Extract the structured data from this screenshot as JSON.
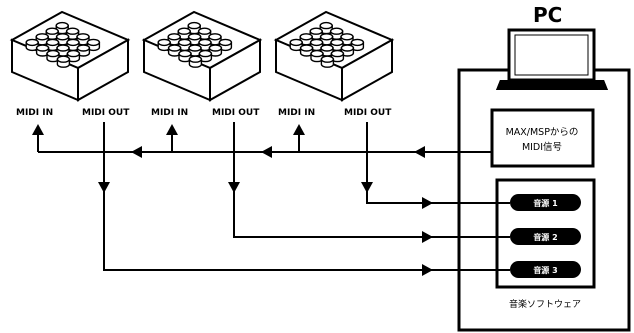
{
  "devices": [
    {
      "midi_in": "MIDI IN",
      "midi_out": "MIDI OUT"
    },
    {
      "midi_in": "MIDI IN",
      "midi_out": "MIDI OUT"
    },
    {
      "midi_in": "MIDI IN",
      "midi_out": "MIDI OUT"
    }
  ],
  "pc": {
    "title": "PC",
    "max_box": {
      "line1": "MAX/MSPからの",
      "line2": "MIDI信号"
    },
    "sources": [
      {
        "label": "音源 1"
      },
      {
        "label": "音源 2"
      },
      {
        "label": "音源 3"
      }
    ],
    "software_label": "音楽ソフトウェア"
  }
}
